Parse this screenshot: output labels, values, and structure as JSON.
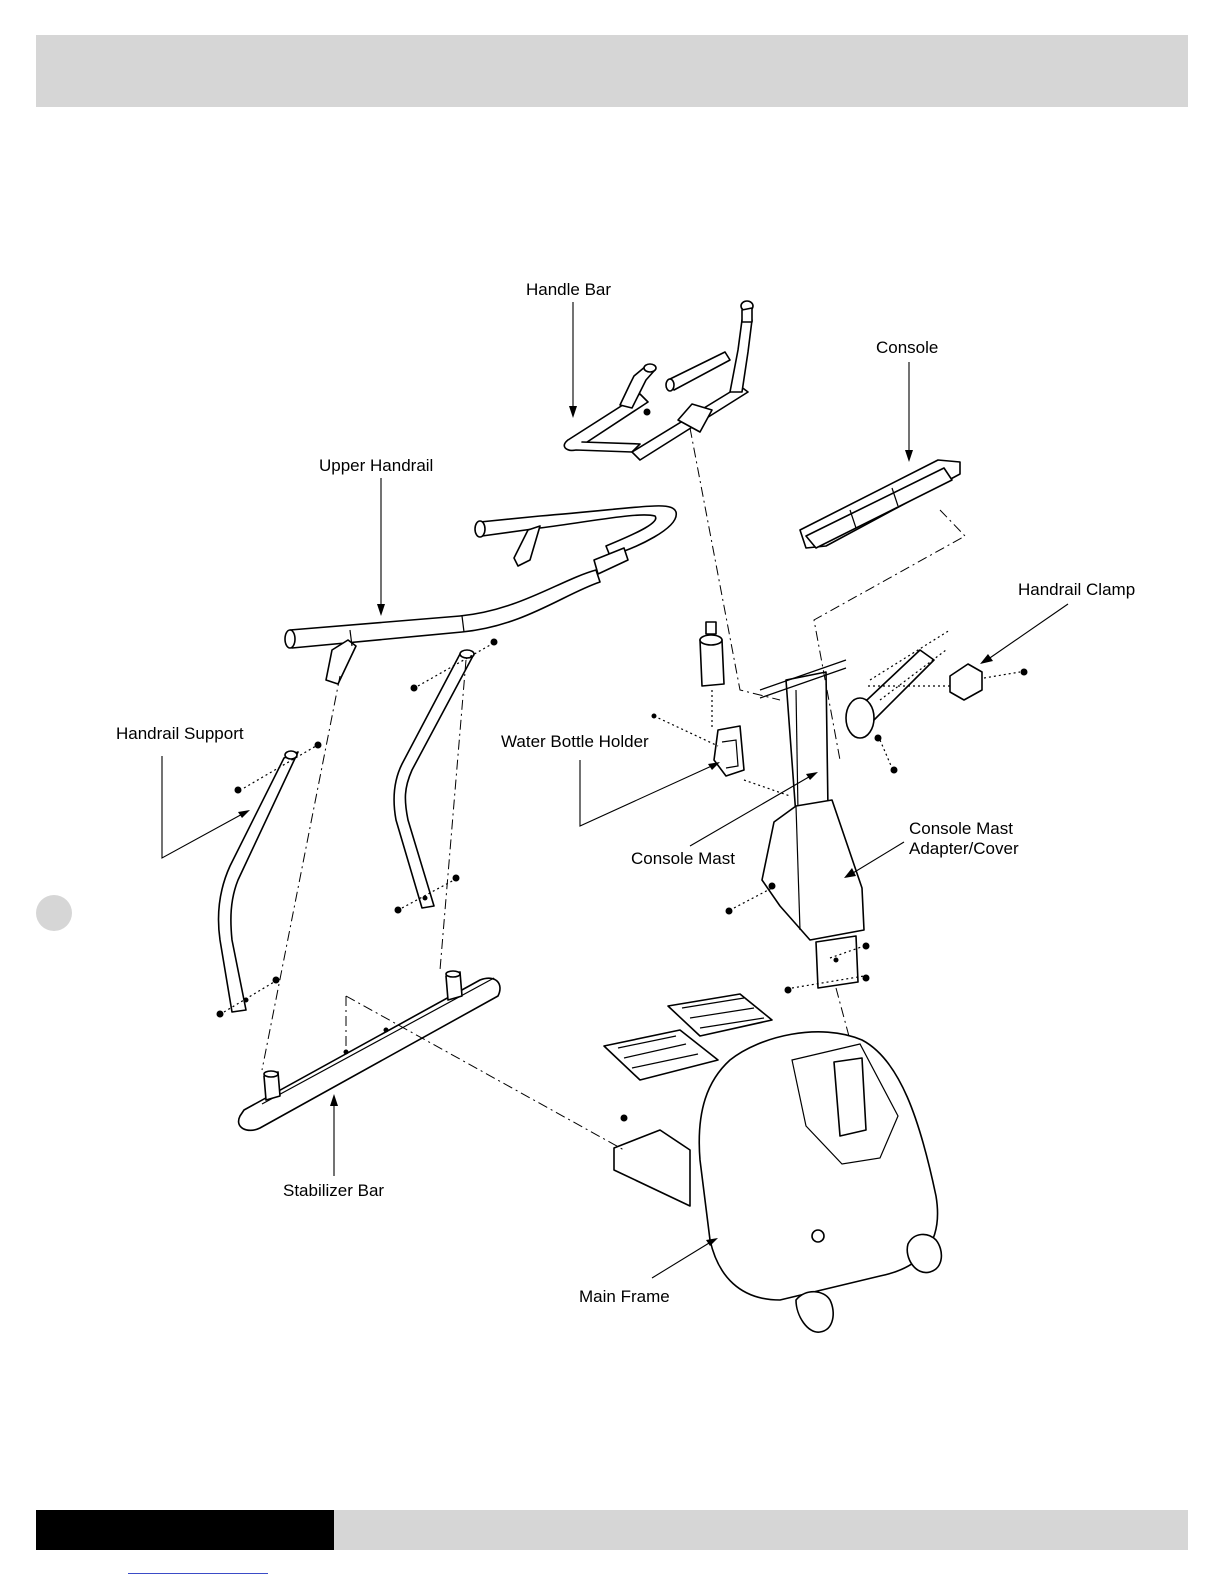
{
  "labels": {
    "handle_bar": "Handle Bar",
    "console": "Console",
    "upper_handrail": "Upper Handrail",
    "handrail_clamp": "Handrail Clamp",
    "handrail_support": "Handrail Support",
    "water_bottle_holder": "Water Bottle Holder",
    "console_mast": "Console Mast",
    "console_mast_cover_line1": "Console Mast",
    "console_mast_cover_line2": "Adapter/Cover",
    "stabilizer_bar": "Stabilizer Bar",
    "main_frame": "Main Frame"
  },
  "colors": {
    "header_band": "#d6d6d6",
    "footer_left": "#000000",
    "footer_right": "#d6d6d6",
    "link_underline": "#3b4cc7"
  }
}
